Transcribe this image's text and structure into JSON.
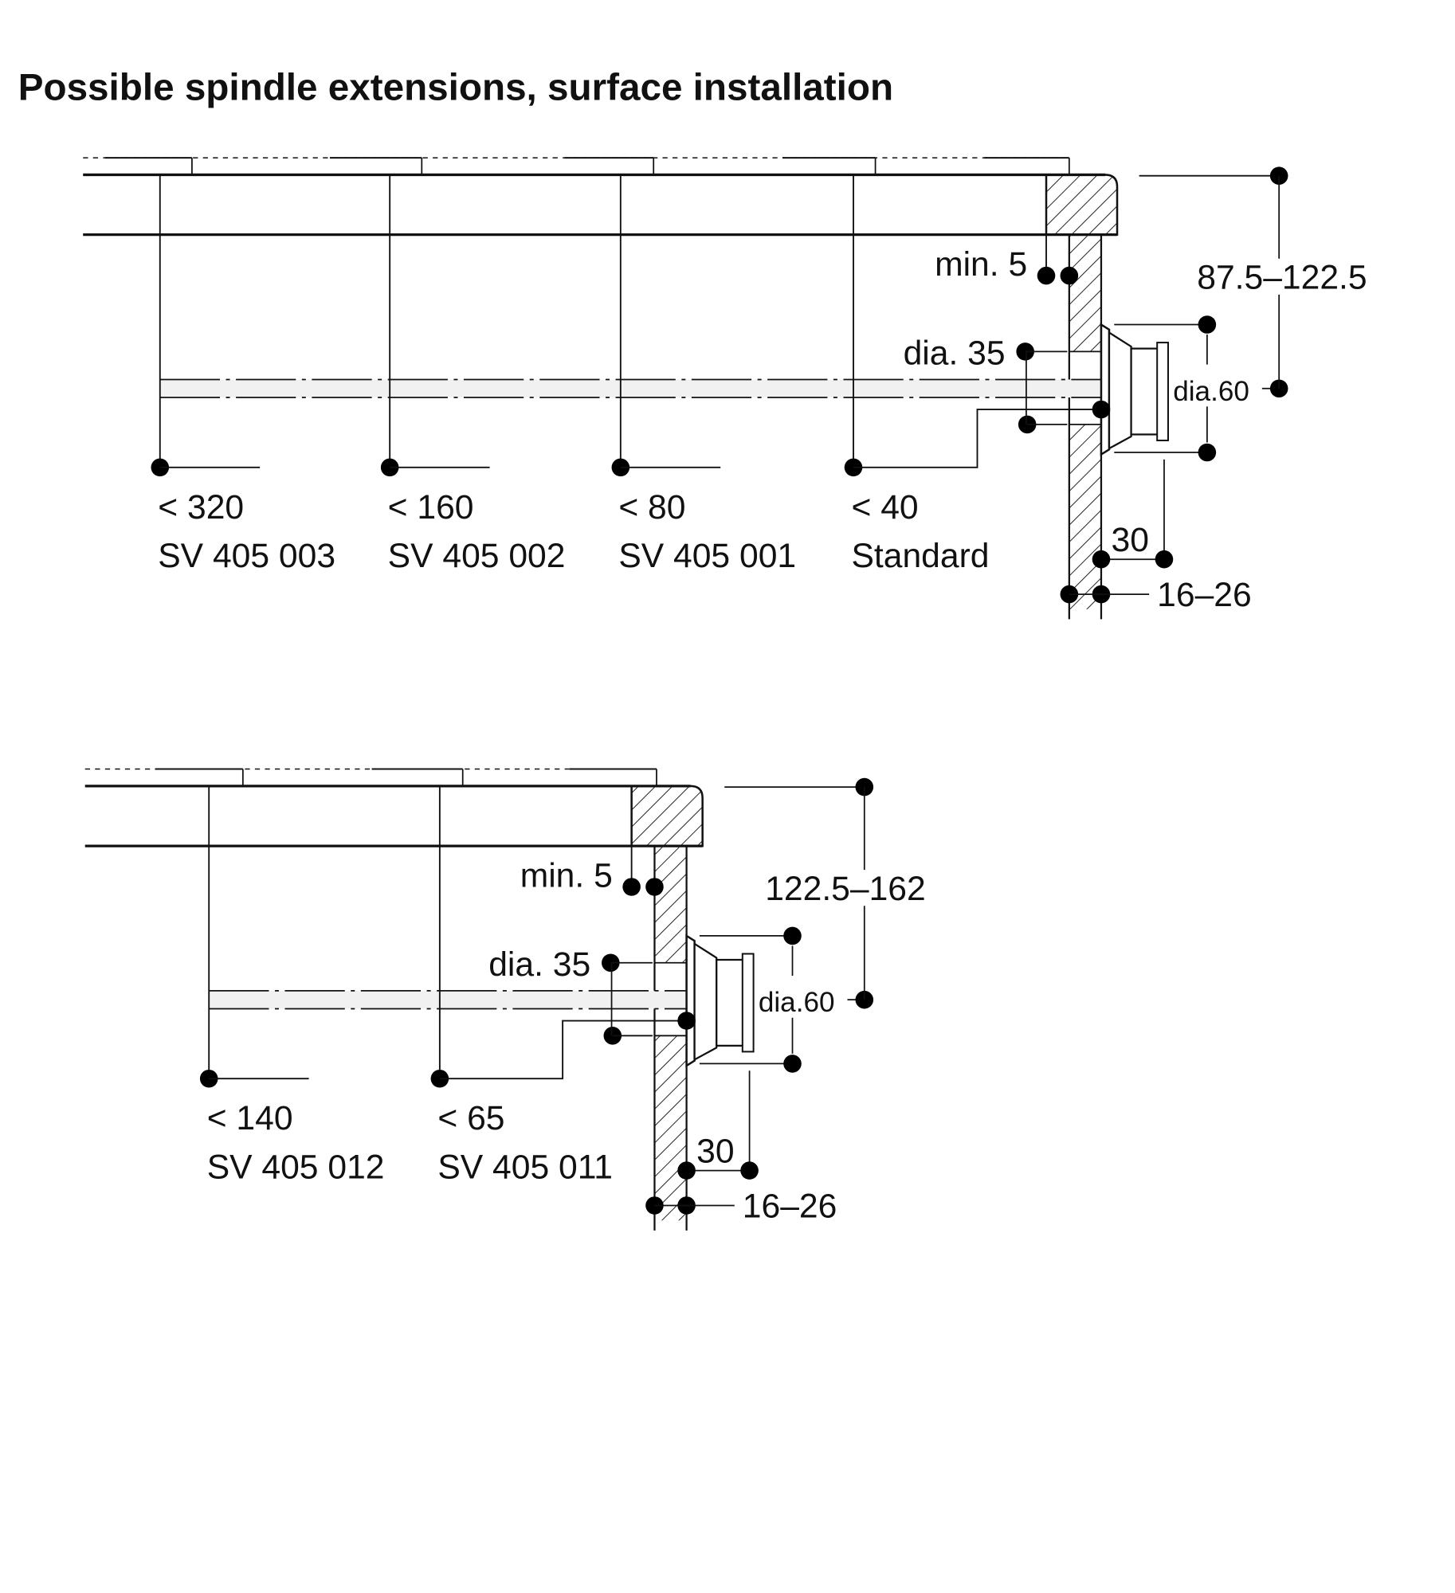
{
  "title": "Possible spindle extensions, surface installation",
  "diagrams": [
    {
      "height_dim": "87.5–122.5",
      "min_label": "min. 5",
      "dia35_label": "dia. 35",
      "dia60_label": "dia.60",
      "protrusion_label": "30",
      "wall_label": "16–26",
      "extensions": [
        {
          "max": "< 320",
          "model": "SV 405 003"
        },
        {
          "max": "< 160",
          "model": "SV 405 002"
        },
        {
          "max": "< 80",
          "model": "SV 405 001"
        },
        {
          "max": "< 40",
          "model": "Standard"
        }
      ]
    },
    {
      "height_dim": "122.5–162",
      "min_label": "min. 5",
      "dia35_label": "dia. 35",
      "dia60_label": "dia.60",
      "protrusion_label": "30",
      "wall_label": "16–26",
      "extensions": [
        {
          "max": "< 140",
          "model": "SV 405 012"
        },
        {
          "max": "< 65",
          "model": "SV 405 011"
        }
      ]
    }
  ]
}
